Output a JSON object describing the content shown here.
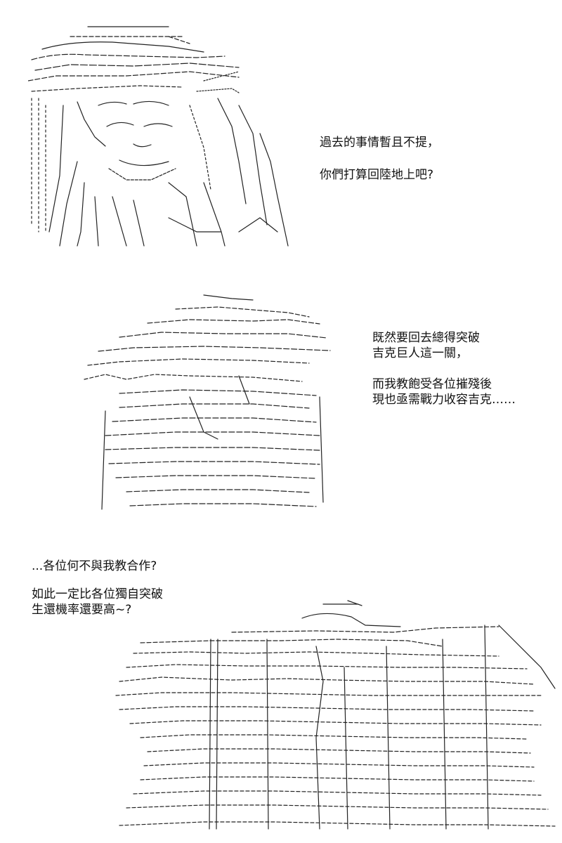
{
  "panels": [
    {
      "dialogue": [
        "過去的事情暫且不提，",
        "你們打算回陸地上吧?"
      ],
      "figure": "ascii-art-figure-seated"
    },
    {
      "dialogue": [
        "既然要回去總得突破",
        "吉克巨人這一關，",
        "而我教飽受各位摧殘後",
        "現也亟需戰力收容吉克……"
      ],
      "figure": "ascii-art-giant-head"
    },
    {
      "dialogue": [
        "...各位何不與我教合作?",
        "如此一定比各位獨自突破",
        "生還機率還要高~?"
      ],
      "figure": "ascii-art-hooded-figure"
    }
  ],
  "colors": {
    "text": "#111111",
    "art": "#222222",
    "background": "#ffffff"
  }
}
